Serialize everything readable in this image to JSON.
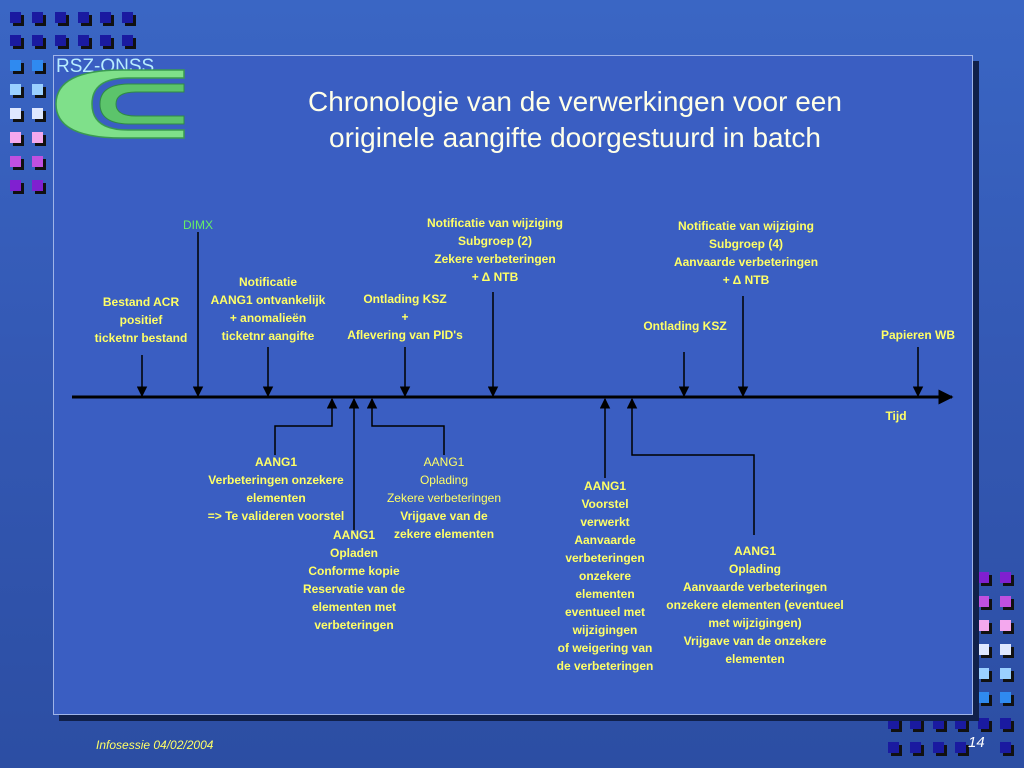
{
  "logo": {
    "text": "RSZ-ONSS"
  },
  "title": {
    "line1": "Chronologie van de verwerkingen voor een",
    "line2": "originele aangifte doorgestuurd in batch"
  },
  "labels": {
    "dimx": "DIMX",
    "bestand": [
      "Bestand ACR",
      "positief",
      "ticketnr bestand"
    ],
    "notificatie": [
      "Notificatie",
      "AANG1 ontvankelijk",
      "+ anomalieën",
      "ticketnr aangifte"
    ],
    "ontlading1": [
      "Ontlading KSZ",
      "+",
      "Aflevering van PID's"
    ],
    "notif_wijz2": [
      "Notificatie van wijziging",
      "Subgroep (2)",
      "Zekere verbeteringen",
      "+ Δ NTB"
    ],
    "notif_wijz4": [
      "Notificatie van wijziging",
      "Subgroep (4)",
      "Aanvaarde  verbeteringen",
      "+ Δ NTB"
    ],
    "ontlading2": "Ontlading KSZ",
    "papieren": "Papieren WB",
    "tijd": "Tijd",
    "aang_verbeteringen": [
      "AANG1",
      "Verbeteringen onzekere",
      "elementen",
      "=> Te valideren voorstel"
    ],
    "aang_conforme": [
      "AANG1",
      "Opladen",
      "Conforme kopie",
      "Reservatie van de",
      "elementen met",
      "verbeteringen"
    ],
    "aang_zekere": [
      "AANG1",
      "Oplading",
      "Zekere verbeteringen"
    ],
    "aang_zekere_bold": [
      "Vrijgave van de",
      "zekere elementen"
    ],
    "aang_voorstel": [
      "AANG1",
      "Voorstel",
      "verwerkt",
      "Aanvaarde",
      "verbeteringen",
      "onzekere",
      "elementen",
      "eventueel met",
      "wijzigingen",
      "of weigering van",
      "de  verbeteringen"
    ],
    "aang_aanvaarde": [
      "AANG1",
      "Oplading",
      "Aanvaarde verbeteringen",
      "onzekere elementen (eventueel",
      "met wijzigingen)",
      "Vrijgave van de onzekere",
      "elementen"
    ]
  },
  "footer": {
    "text": "Infosessie 04/02/2004",
    "page": "14"
  },
  "colors": {
    "label": "#ffff66",
    "dimx": "#66ee66",
    "title": "#ffffe8",
    "panel": "#3a5ec2"
  }
}
